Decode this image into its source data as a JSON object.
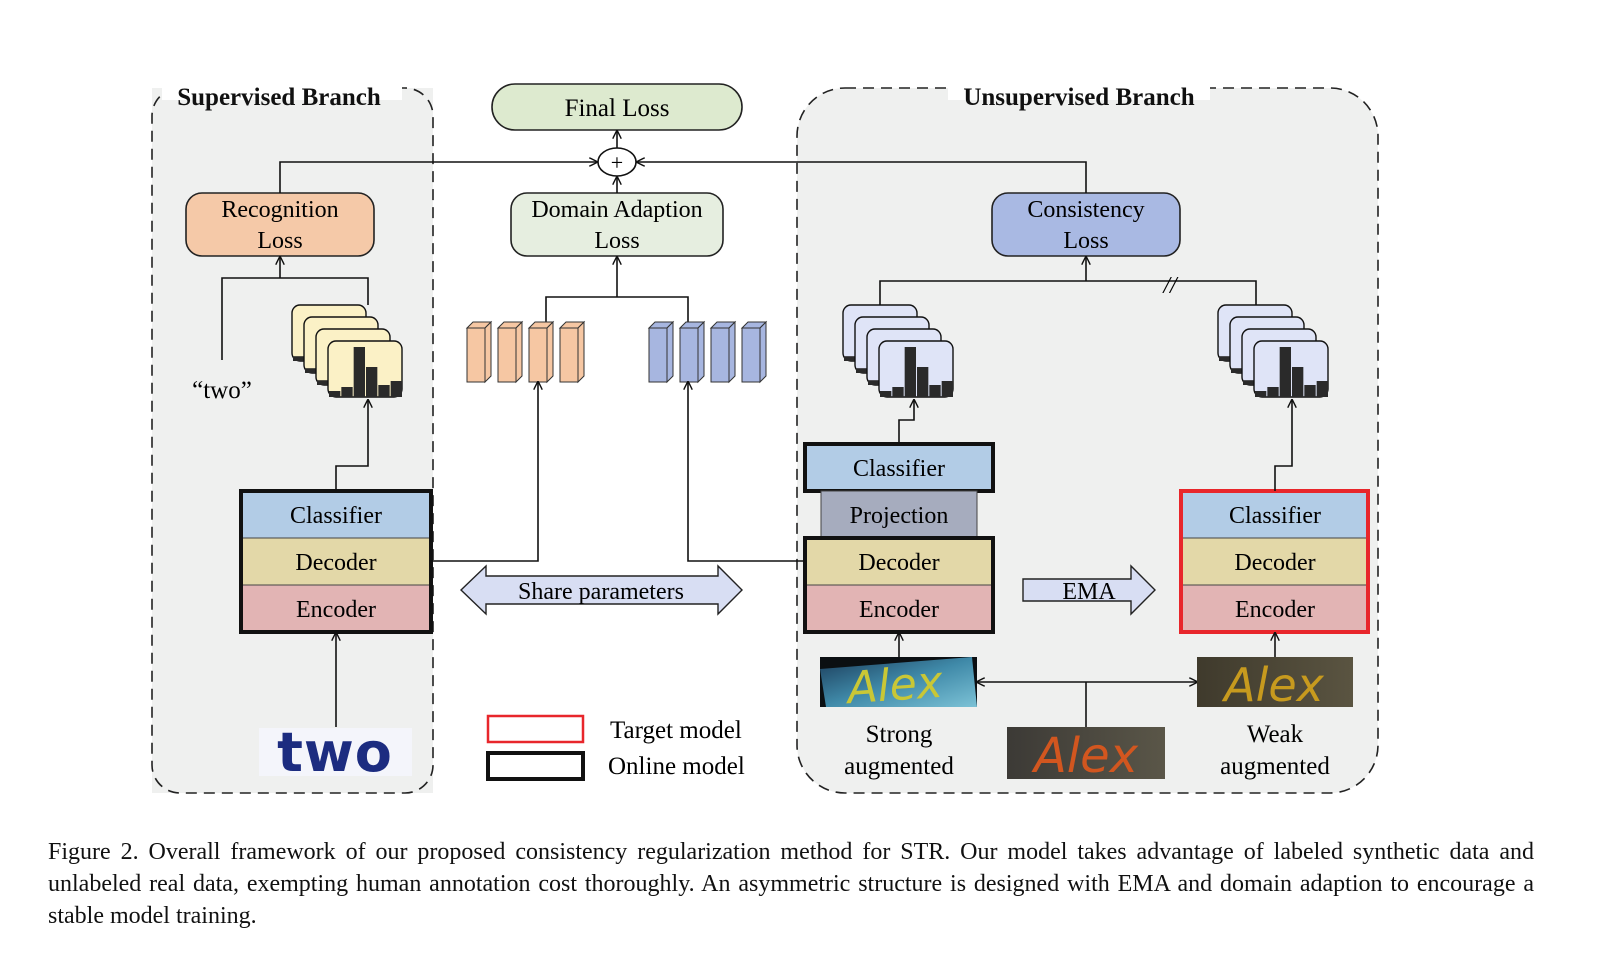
{
  "supervised_branch": {
    "title": "Supervised Branch",
    "recognition_loss": [
      "Recognition",
      "Loss"
    ],
    "label_text": "“two”",
    "input_word": "two",
    "modules": {
      "classifier": "Classifier",
      "decoder": "Decoder",
      "encoder": "Encoder"
    }
  },
  "center": {
    "final_loss": "Final Loss",
    "plus_symbol": "+",
    "domain_adaption_loss": [
      "Domain Adaption",
      "Loss"
    ],
    "share_parameters": "Share parameters"
  },
  "unsupervised_branch": {
    "title": "Unsupervised Branch",
    "consistency_loss": [
      "Consistency",
      "Loss"
    ],
    "stop_gradient_mark": "//",
    "online_modules": {
      "classifier": "Classifier",
      "projection": "Projection",
      "decoder": "Decoder",
      "encoder": "Encoder"
    },
    "target_modules": {
      "classifier": "Classifier",
      "decoder": "Decoder",
      "encoder": "Encoder"
    },
    "ema": "EMA",
    "input_word": "Alex",
    "strong_label": [
      "Strong",
      "augmented"
    ],
    "weak_label": [
      "Weak",
      "augmented"
    ]
  },
  "legend": {
    "target_model": "Target model",
    "online_model": "Online model",
    "target_color": "#e8262b",
    "online_color": "#111111"
  },
  "colors": {
    "recognition_loss": "#f5c9a8",
    "final_loss": "#ddeacf",
    "domain_loss": "#e6eee0",
    "consistency_loss": "#a9b9e3",
    "classifier": "#b2cce6",
    "projection": "#a6acbe",
    "decoder": "#e3d8a8",
    "encoder": "#e2b4b4",
    "branch_bg": "#eff0ef",
    "share_arrow": "#d8def3",
    "feature_orange": "#f6c7a3",
    "feature_blue": "#a7b6e0",
    "prob_yellow": "#fbf1c6",
    "prob_blue": "#dfe4f7"
  },
  "caption": "Figure 2. Overall framework of our proposed consistency regularization method for STR. Our model takes advantage of labeled synthetic data and unlabeled real data, exempting human annotation cost thoroughly. An asymmetric structure is designed with EMA and domain adaption to encourage a stable model training."
}
